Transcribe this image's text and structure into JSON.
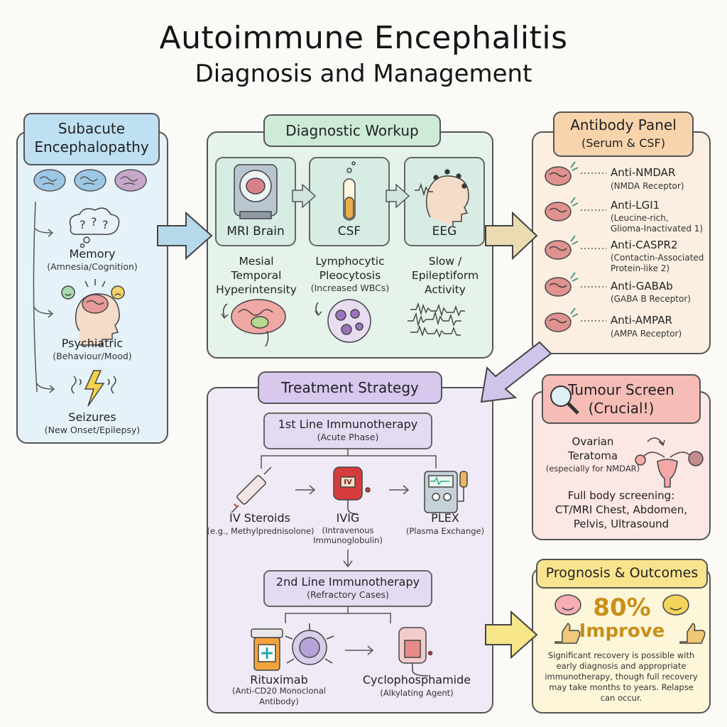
{
  "title": {
    "line1": "Autoimmune Encephalitis",
    "line2": "Diagnosis and Management"
  },
  "encephalopathy": {
    "header": "Subacute\nEncephalopathy",
    "items": [
      {
        "label": "Memory",
        "sub": "(Amnesia/Cognition)"
      },
      {
        "label": "Psychiatric",
        "sub": "(Behaviour/Mood)"
      },
      {
        "label": "Seizures",
        "sub": "(New Onset/Epilepsy)"
      }
    ]
  },
  "workup": {
    "header": "Diagnostic Workup",
    "tests": [
      {
        "name": "MRI Brain",
        "finding": "Mesial\nTemporal\nHyperintensity"
      },
      {
        "name": "CSF",
        "finding": "Lymphocytic\nPleocytosis",
        "note": "(Increased WBCs)"
      },
      {
        "name": "EEG",
        "finding": "Slow /\nEpileptiform\nActivity"
      }
    ]
  },
  "antibodies": {
    "header": "Antibody Panel",
    "subheader": "(Serum & CSF)",
    "items": [
      {
        "name": "Anti-NMDAR",
        "desc": "(NMDA Receptor)"
      },
      {
        "name": "Anti-LGI1",
        "desc": "(Leucine-rich,\nGlioma-Inactivated 1)"
      },
      {
        "name": "Anti-CASPR2",
        "desc": "(Contactin-Associated\nProtein-like 2)"
      },
      {
        "name": "Anti-GABAb",
        "desc": "(GABA B Receptor)"
      },
      {
        "name": "Anti-AMPAR",
        "desc": "(AMPA Receptor)"
      }
    ]
  },
  "treatment": {
    "header": "Treatment Strategy",
    "first_line": {
      "title": "1st Line Immunotherapy",
      "sub": "(Acute Phase)"
    },
    "first_items": [
      {
        "label": "IV Steroids",
        "sub": "(e.g., Methylprednisolone)"
      },
      {
        "label": "IVIG",
        "sub": "(Intravenous\nImmunoglobulin)"
      },
      {
        "label": "PLEX",
        "sub": "(Plasma Exchange)"
      }
    ],
    "iv_bag_text": "IV",
    "second_line": {
      "title": "2nd Line Immunotherapy",
      "sub": "(Refractory Cases)"
    },
    "second_items": [
      {
        "label": "Rituximab",
        "sub": "(Anti-CD20 Monoclonal\nAntibody)"
      },
      {
        "label": "Cyclophosphamide",
        "sub": "(Alkylating Agent)"
      }
    ]
  },
  "tumour": {
    "header": "Tumour Screen\n(Crucial!)",
    "teratoma": "Ovarian\nTeratoma",
    "teratoma_sub": "(especially for NMDAR)",
    "screening": "Full body screening:\nCT/MRI Chest, Abdomen,\nPelvis, Ultrasound"
  },
  "prognosis": {
    "header": "Prognosis & Outcomes",
    "percent": "80%",
    "improve": "Improve",
    "text": "Significant recovery is possible with early diagnosis and appropriate immunotherapy, though full recovery may take months to years. Relapse can occur."
  },
  "colors": {
    "blue_panel": "#e6f2fa",
    "green_panel": "#e5f3ea",
    "orange_panel": "#fcefe2",
    "purple_panel": "#efeaf6",
    "pink_panel": "#fbe7e4",
    "yellow_panel": "#fdf6d9"
  }
}
